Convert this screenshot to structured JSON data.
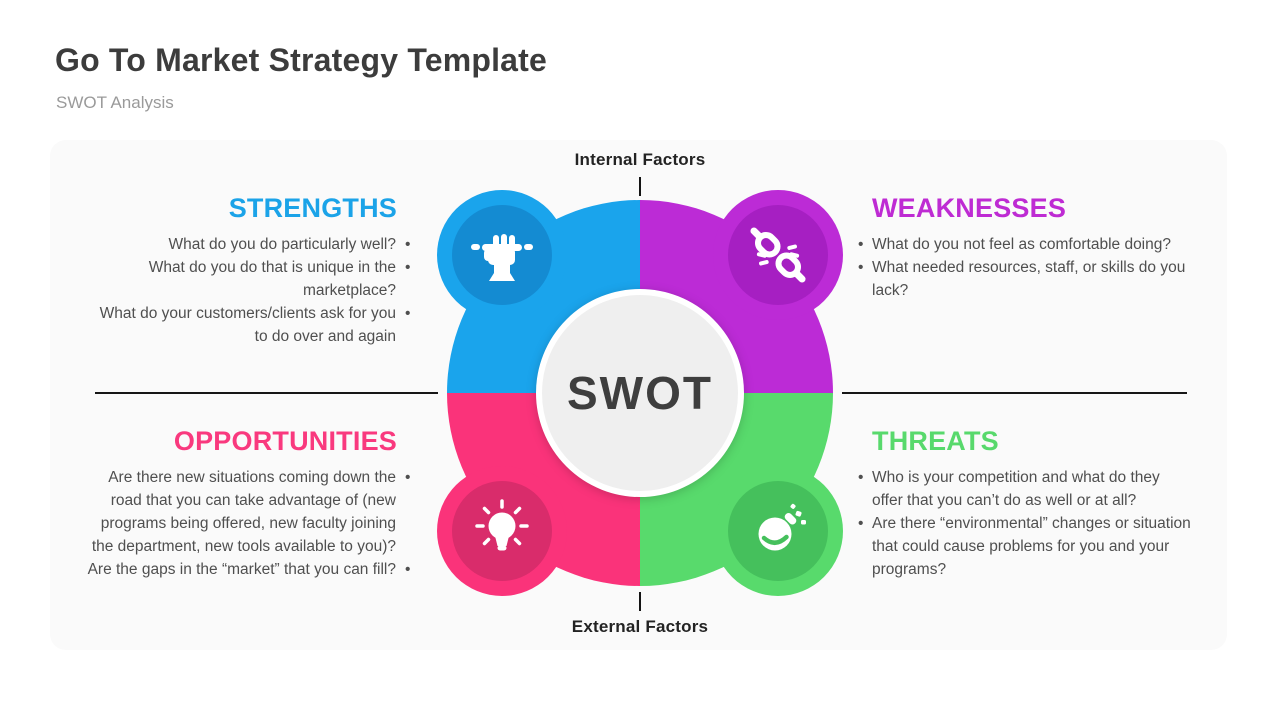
{
  "page": {
    "title": "Go To Market Strategy Template",
    "subtitle": "SWOT Analysis"
  },
  "ui": {
    "bullet": "•"
  },
  "diagram": {
    "center_label": "SWOT",
    "top_axis_label": "Internal Factors",
    "bottom_axis_label": "External Factors",
    "icons": {
      "strengths": "fist-icon",
      "weaknesses": "broken-chain-icon",
      "opportunities": "lightbulb-icon",
      "threats": "bomb-icon"
    },
    "colors": {
      "strengths": "#1aa4ec",
      "strengths_dark": "#148bd2",
      "weaknesses": "#bc2bd6",
      "weaknesses_dark": "#a61fc2",
      "opportunities": "#fa337a",
      "opportunities_dark": "#d92c6b",
      "threats": "#58da6c",
      "threats_dark": "#45c05c",
      "center_fill": "#efefef",
      "center_ring": "#ffffff",
      "center_text": "#3e3e3e",
      "heading_strengths": "#1ba3e8",
      "heading_weaknesses": "#be2bd3",
      "heading_opportunities": "#f9397e",
      "heading_threats": "#58d96c",
      "body_text": "#4f4f4f",
      "card_background": "#fafafa"
    }
  },
  "quadrants": {
    "strengths": {
      "heading": "STRENGTHS",
      "items": [
        "What do you do particularly well?",
        "What do you do that is unique in the marketplace?",
        "What do your customers/clients ask for you to do over and again"
      ]
    },
    "weaknesses": {
      "heading": "WEAKNESSES",
      "items": [
        "What do you not feel as comfortable doing?",
        "What needed resources, staff, or skills do you lack?"
      ]
    },
    "opportunities": {
      "heading": "OPPORTUNITIES",
      "items": [
        "Are there new situations coming down the road that you can take advantage of (new programs being offered, new faculty joining the department, new tools available to you)?",
        "Are the gaps in the “market” that you can fill?"
      ]
    },
    "threats": {
      "heading": "THREATS",
      "items": [
        "Who is your competition and what do they offer that you can’t do as well or at all?",
        "Are there “environmental” changes or situation that could cause problems for you and your programs?"
      ]
    }
  }
}
